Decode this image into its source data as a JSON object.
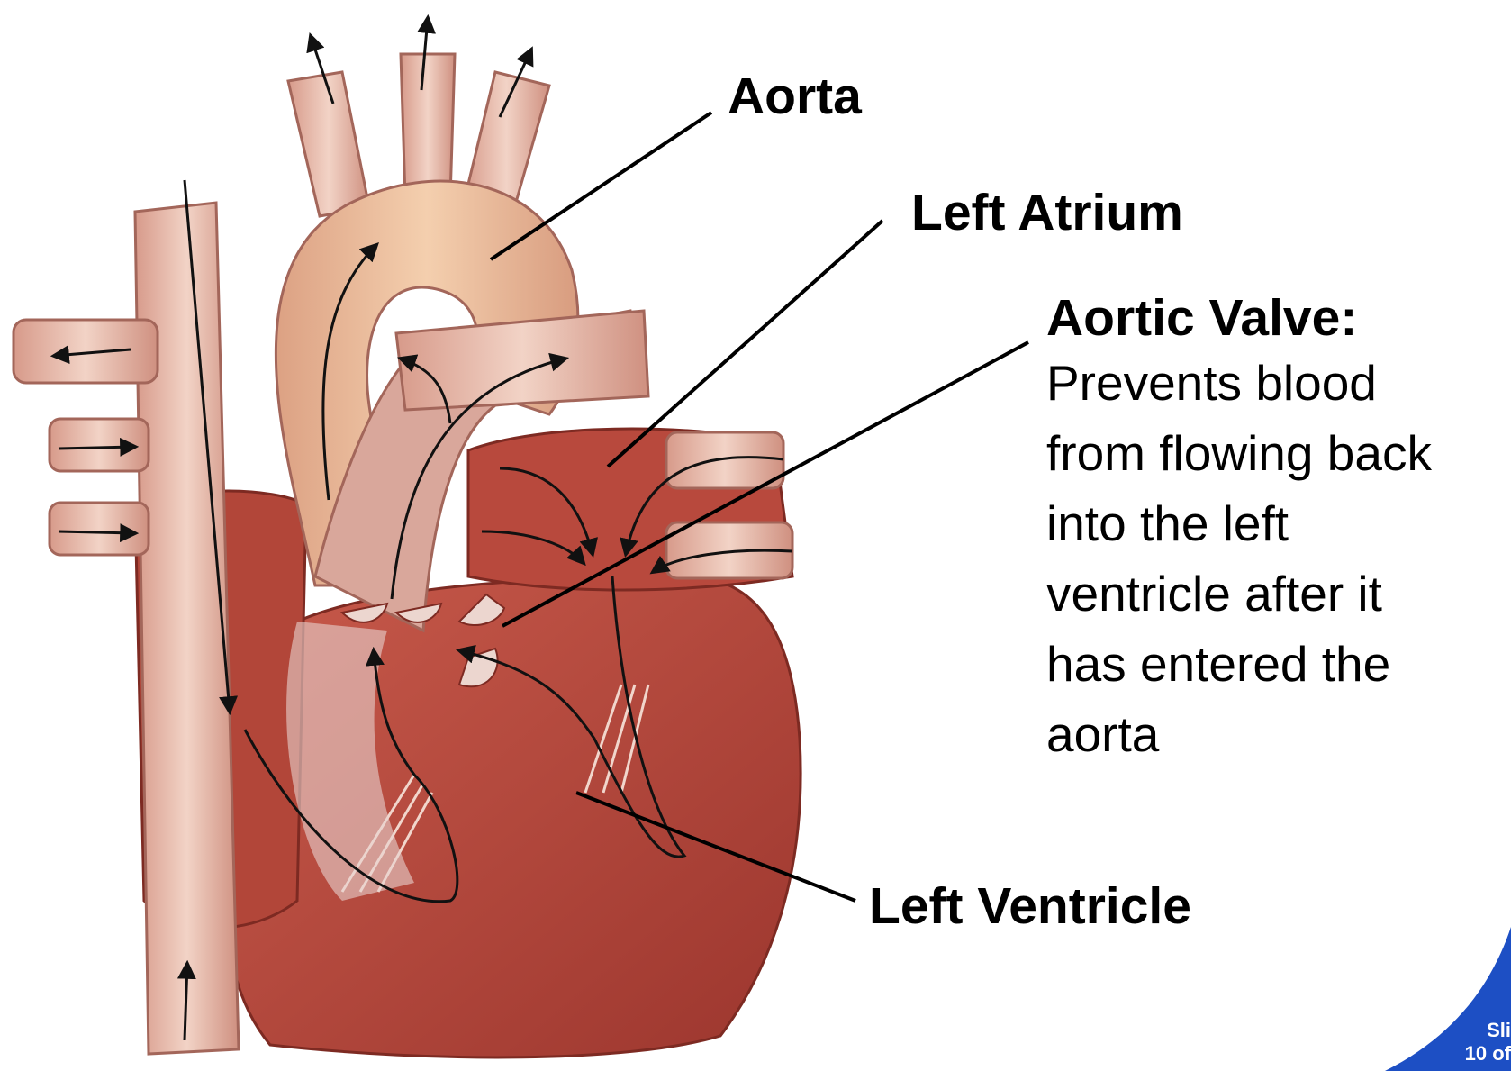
{
  "labels": {
    "aorta": "Aorta",
    "left_atrium": "Left Atrium",
    "left_ventricle": "Left Ventricle",
    "aortic_valve_title": "Aortic Valve:",
    "aortic_valve_desc": "Prevents blood\nfrom flowing back\ninto the left\nventricle after it\nhas entered the\naorta"
  },
  "slide_counter": "Sli\n10 of",
  "colors": {
    "muscle": "#b5453a",
    "muscle_dark": "#8e2e27",
    "vessel": "#e3b1a2",
    "vessel_light": "#f0cfc2",
    "aorta_fill": "#ecbd9b",
    "leader": "#000000",
    "badge": "#1d4fc4"
  }
}
